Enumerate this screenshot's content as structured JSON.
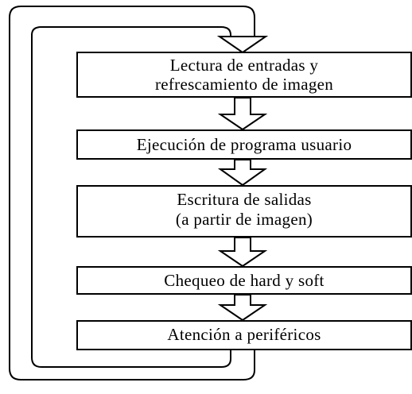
{
  "diagram": {
    "steps": [
      {
        "id": "step-1",
        "lines": [
          "Lectura de entradas y",
          "refrescamiento de imagen"
        ]
      },
      {
        "id": "step-2",
        "lines": [
          "Ejecución de programa usuario"
        ]
      },
      {
        "id": "step-3",
        "lines": [
          "Escritura de salidas",
          "(a partir de imagen)"
        ]
      },
      {
        "id": "step-4",
        "lines": [
          "Chequeo de hard y soft"
        ]
      },
      {
        "id": "step-5",
        "lines": [
          "Atención a periféricos"
        ]
      }
    ],
    "colors": {
      "stroke": "#000000",
      "fill": "#ffffff",
      "text": "#000000"
    }
  }
}
